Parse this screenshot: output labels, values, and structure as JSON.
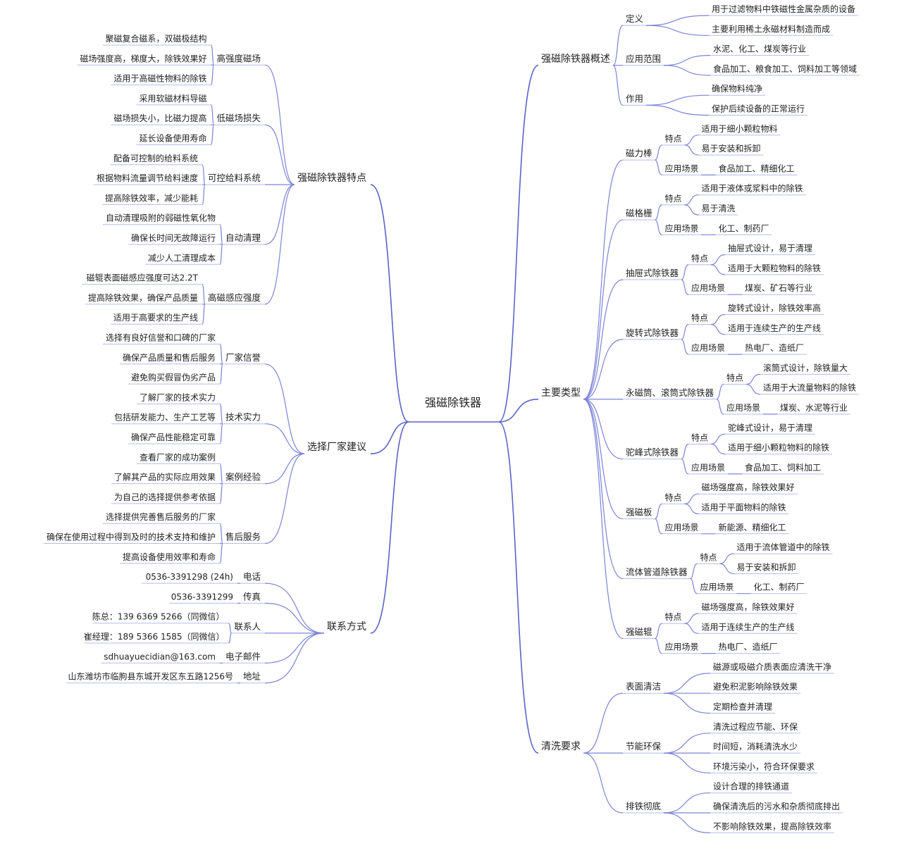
{
  "root": "强磁除铁器",
  "right": [
    {
      "label": "强磁除铁器概述",
      "children": [
        {
          "label": "定义",
          "children": [
            {
              "label": "用于过滤物料中铁磁性金属杂质的设备"
            },
            {
              "label": "主要利用稀土永磁材料制造而成"
            }
          ]
        },
        {
          "label": "应用范围",
          "children": [
            {
              "label": "水泥、化工、煤炭等行业"
            },
            {
              "label": "食品加工、粮食加工、饲料加工等领域"
            }
          ]
        },
        {
          "label": "作用",
          "children": [
            {
              "label": "确保物料纯净"
            },
            {
              "label": "保护后续设备的正常运行"
            }
          ]
        }
      ]
    },
    {
      "label": "主要类型",
      "children": [
        {
          "label": "磁力棒",
          "children": [
            {
              "label": "特点",
              "children": [
                {
                  "label": "适用于细小颗粒物料"
                },
                {
                  "label": "易于安装和拆卸"
                }
              ]
            },
            {
              "label": "应用场景",
              "children": [
                {
                  "label": "食品加工、精细化工"
                }
              ]
            }
          ]
        },
        {
          "label": "磁格栅",
          "children": [
            {
              "label": "特点",
              "children": [
                {
                  "label": "适用于液体或浆料中的除铁"
                },
                {
                  "label": "易于清洗"
                }
              ]
            },
            {
              "label": "应用场景",
              "children": [
                {
                  "label": "化工、制药厂"
                }
              ]
            }
          ]
        },
        {
          "label": "抽屉式除铁器",
          "children": [
            {
              "label": "特点",
              "children": [
                {
                  "label": "抽屉式设计，易于清理"
                },
                {
                  "label": "适用于大颗粒物料的除铁"
                }
              ]
            },
            {
              "label": "应用场景",
              "children": [
                {
                  "label": "煤炭、矿石等行业"
                }
              ]
            }
          ]
        },
        {
          "label": "旋转式除铁器",
          "children": [
            {
              "label": "特点",
              "children": [
                {
                  "label": "旋转式设计，除铁效率高"
                },
                {
                  "label": "适用于连续生产的生产线"
                }
              ]
            },
            {
              "label": "应用场景",
              "children": [
                {
                  "label": "热电厂、造纸厂"
                }
              ]
            }
          ]
        },
        {
          "label": "永磁筒、滚筒式除铁器",
          "children": [
            {
              "label": "特点",
              "children": [
                {
                  "label": "滚筒式设计，除铁量大"
                },
                {
                  "label": "适用于大流量物料的除铁"
                }
              ]
            },
            {
              "label": "应用场景",
              "children": [
                {
                  "label": "煤炭、水泥等行业"
                }
              ]
            }
          ]
        },
        {
          "label": "驼峰式除铁器",
          "children": [
            {
              "label": "特点",
              "children": [
                {
                  "label": "驼峰式设计，易于清理"
                },
                {
                  "label": "适用于细小颗粒物料的除铁"
                }
              ]
            },
            {
              "label": "应用场景",
              "children": [
                {
                  "label": "食品加工、饲料加工"
                }
              ]
            }
          ]
        },
        {
          "label": "强磁板",
          "children": [
            {
              "label": "特点",
              "children": [
                {
                  "label": "磁场强度高，除铁效果好"
                },
                {
                  "label": "适用于平面物料的除铁"
                }
              ]
            },
            {
              "label": "应用场景",
              "children": [
                {
                  "label": "新能源、精细化工"
                }
              ]
            }
          ]
        },
        {
          "label": "流体管道除铁器",
          "children": [
            {
              "label": "特点",
              "children": [
                {
                  "label": "适用于流体管道中的除铁"
                },
                {
                  "label": "易于安装和拆卸"
                }
              ]
            },
            {
              "label": "应用场景",
              "children": [
                {
                  "label": "化工、制药厂"
                }
              ]
            }
          ]
        },
        {
          "label": "强磁辊",
          "children": [
            {
              "label": "特点",
              "children": [
                {
                  "label": "磁场强度高，除铁效果好"
                },
                {
                  "label": "适用于连续生产的生产线"
                }
              ]
            },
            {
              "label": "应用场景",
              "children": [
                {
                  "label": "热电厂、造纸厂"
                }
              ]
            }
          ]
        }
      ]
    },
    {
      "label": "清洗要求",
      "children": [
        {
          "label": "表面清洁",
          "children": [
            {
              "label": "磁源或吸磁介质表面应清洗干净"
            },
            {
              "label": "避免积泥影响除铁效果"
            },
            {
              "label": "定期检查并清理"
            }
          ]
        },
        {
          "label": "节能环保",
          "children": [
            {
              "label": "清洗过程应节能、环保"
            },
            {
              "label": "时间短，消耗清洗水少"
            },
            {
              "label": "环境污染小，符合环保要求"
            }
          ]
        },
        {
          "label": "排铁彻底",
          "children": [
            {
              "label": "设计合理的排铁通道"
            },
            {
              "label": "确保清洗后的污水和杂质彻底排出"
            },
            {
              "label": "不影响除铁效果，提高除铁效率"
            }
          ]
        }
      ]
    }
  ],
  "left": [
    {
      "label": "强磁除铁器特点",
      "children": [
        {
          "label": "高强度磁场",
          "children": [
            {
              "label": "聚磁复合磁系，双磁极结构"
            },
            {
              "label": "磁场强度高，梯度大，除铁效果好"
            },
            {
              "label": "适用于高磁性物料的除铁"
            }
          ]
        },
        {
          "label": "低磁场损失",
          "children": [
            {
              "label": "采用软磁材料导磁"
            },
            {
              "label": "磁场损失小，比磁力提高"
            },
            {
              "label": "延长设备使用寿命"
            }
          ]
        },
        {
          "label": "可控给料系统",
          "children": [
            {
              "label": "配备可控制的给料系统"
            },
            {
              "label": "根据物料流量调节给料速度"
            },
            {
              "label": "提高除铁效率，减少能耗"
            }
          ]
        },
        {
          "label": "自动清理",
          "children": [
            {
              "label": "自动清理吸附的弱磁性氧化物"
            },
            {
              "label": "确保长时间无故障运行"
            },
            {
              "label": "减少人工清理成本"
            }
          ]
        },
        {
          "label": "高磁感应强度",
          "children": [
            {
              "label": "磁辊表面磁感应强度可达2.2T"
            },
            {
              "label": "提高除铁效果，确保产品质量"
            },
            {
              "label": "适用于高要求的生产线"
            }
          ]
        }
      ]
    },
    {
      "label": "选择厂家建议",
      "children": [
        {
          "label": "厂家信誉",
          "children": [
            {
              "label": "选择有良好信誉和口碑的厂家"
            },
            {
              "label": "确保产品质量和售后服务"
            },
            {
              "label": "避免购买假冒伪劣产品"
            }
          ]
        },
        {
          "label": "技术实力",
          "children": [
            {
              "label": "了解厂家的技术实力"
            },
            {
              "label": "包括研发能力、生产工艺等"
            },
            {
              "label": "确保产品性能稳定可靠"
            }
          ]
        },
        {
          "label": "案例经验",
          "children": [
            {
              "label": "查看厂家的成功案例"
            },
            {
              "label": "了解其产品的实际应用效果"
            },
            {
              "label": "为自己的选择提供参考依据"
            }
          ]
        },
        {
          "label": "售后服务",
          "children": [
            {
              "label": "选择提供完善售后服务的厂家"
            },
            {
              "label": "确保在使用过程中得到及时的技术支持和维护"
            },
            {
              "label": "提高设备使用效率和寿命"
            }
          ]
        }
      ]
    },
    {
      "label": "联系方式",
      "children": [
        {
          "label": "电话",
          "children": [
            {
              "label": "0536-3391298 (24h)"
            }
          ]
        },
        {
          "label": "传真",
          "children": [
            {
              "label": "0536-3391299"
            }
          ]
        },
        {
          "label": "联系人",
          "children": [
            {
              "label": "陈总：139 6369 5266（同微信）"
            },
            {
              "label": "崔经理：189 5366 1585（同微信）"
            }
          ]
        },
        {
          "label": "电子邮件",
          "children": [
            {
              "label": "sdhuayuecidian@163.com"
            }
          ]
        },
        {
          "label": "地址",
          "children": [
            {
              "label": "山东潍坊市临朐县东城开发区东五路1256号"
            }
          ]
        }
      ]
    }
  ]
}
